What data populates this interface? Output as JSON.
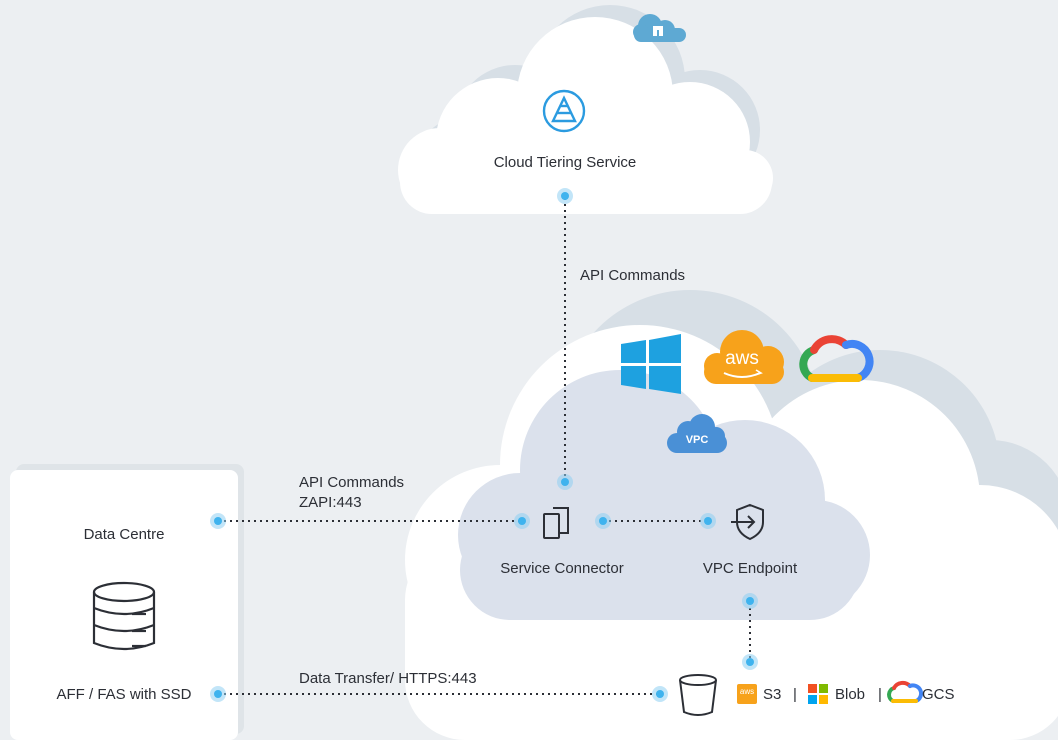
{
  "nodes": {
    "cloud_tiering": "Cloud Tiering Service",
    "data_centre": "Data Centre",
    "storage": "AFF / FAS with SSD",
    "service_connector": "Service Connector",
    "vpc_endpoint": "VPC Endpoint",
    "vpc_badge": "VPC"
  },
  "edges": {
    "api_top": "API Commands",
    "api_left_line1": "API Commands",
    "api_left_line2": "ZAPI:443",
    "data_transfer": "Data Transfer/ HTTPS:443"
  },
  "targets": {
    "s3": "S3",
    "sep1": "|",
    "blob": "Blob",
    "sep2": "|",
    "gcs": "GCS",
    "aws_small": "aws"
  },
  "logos": {
    "aws_text": "aws"
  },
  "colors": {
    "background": "#eceff2",
    "cloud": "#ffffff",
    "cloud_shadow": "#d7dfe6",
    "vpc_cloud": "#dbe1ec",
    "accent_blue": "#2b9be0",
    "aws_orange": "#f7a21b",
    "netapp_cloud": "#5ea9d3"
  }
}
